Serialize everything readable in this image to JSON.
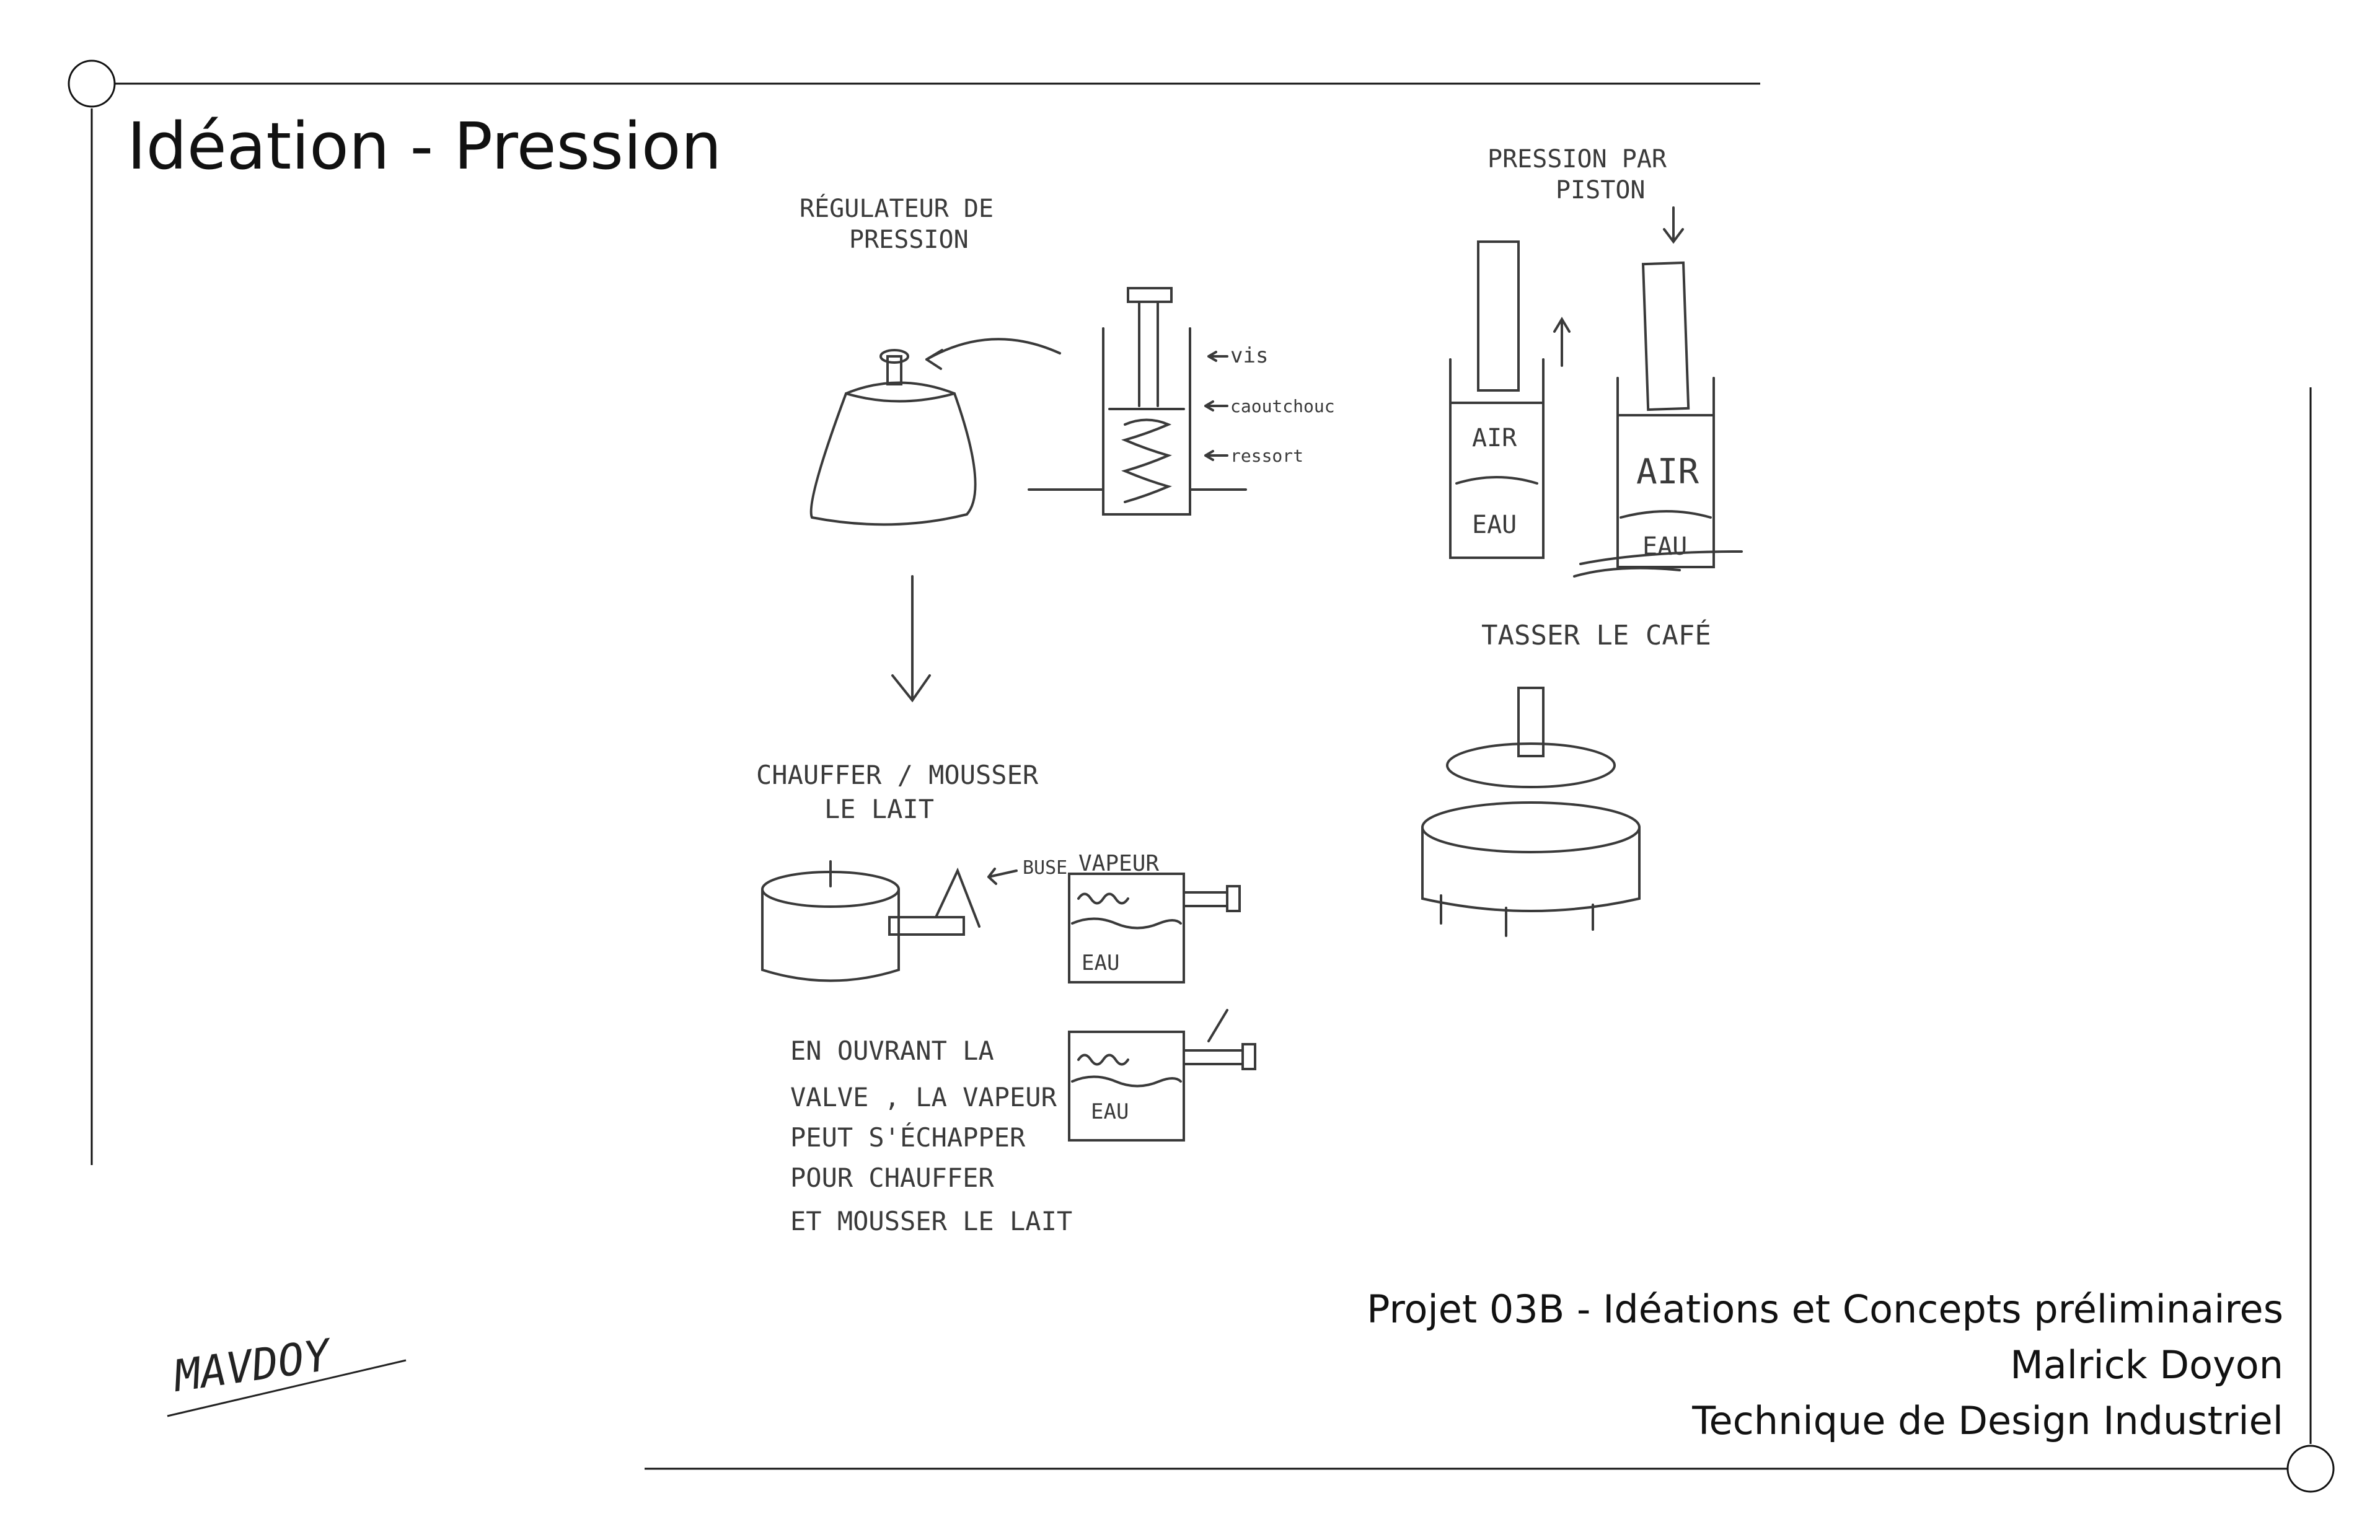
{
  "title": "Idéation - Pression",
  "footer": {
    "project": "Projet 03B - Idéations et Concepts préliminaires",
    "author": "Malrick Doyon",
    "program": "Technique de Design Industriel"
  },
  "signature": "MAVDOY",
  "sketch_labels": {
    "regulator_title_1": "RÉGULATEUR DE",
    "regulator_title_2": "PRESSION",
    "vis": "vis",
    "caoutchouc": "caoutchouc",
    "ressort": "ressort",
    "piston_title_1": "PRESSION PAR",
    "piston_title_2": "PISTON",
    "air_1": "AIR",
    "eau_1": "EAU",
    "air_2": "AIR",
    "eau_2": "EAU",
    "tamp_title": "TASSER LE CAFÉ",
    "milk_title_1": "CHAUFFER / MOUSSER",
    "milk_title_2": "LE LAIT",
    "buse": "BUSE",
    "vapeur": "VAPEUR",
    "eau_3": "EAU",
    "eau_4": "EAU",
    "note_1": "EN OUVRANT LA",
    "note_2": "VALVE , LA VAPEUR",
    "note_3": "PEUT S'ÉCHAPPER",
    "note_4": "POUR CHAUFFER",
    "note_5": "ET MOUSSER LE LAIT"
  },
  "colors": {
    "line": "#111111",
    "pencil": "#3a3a3a"
  }
}
